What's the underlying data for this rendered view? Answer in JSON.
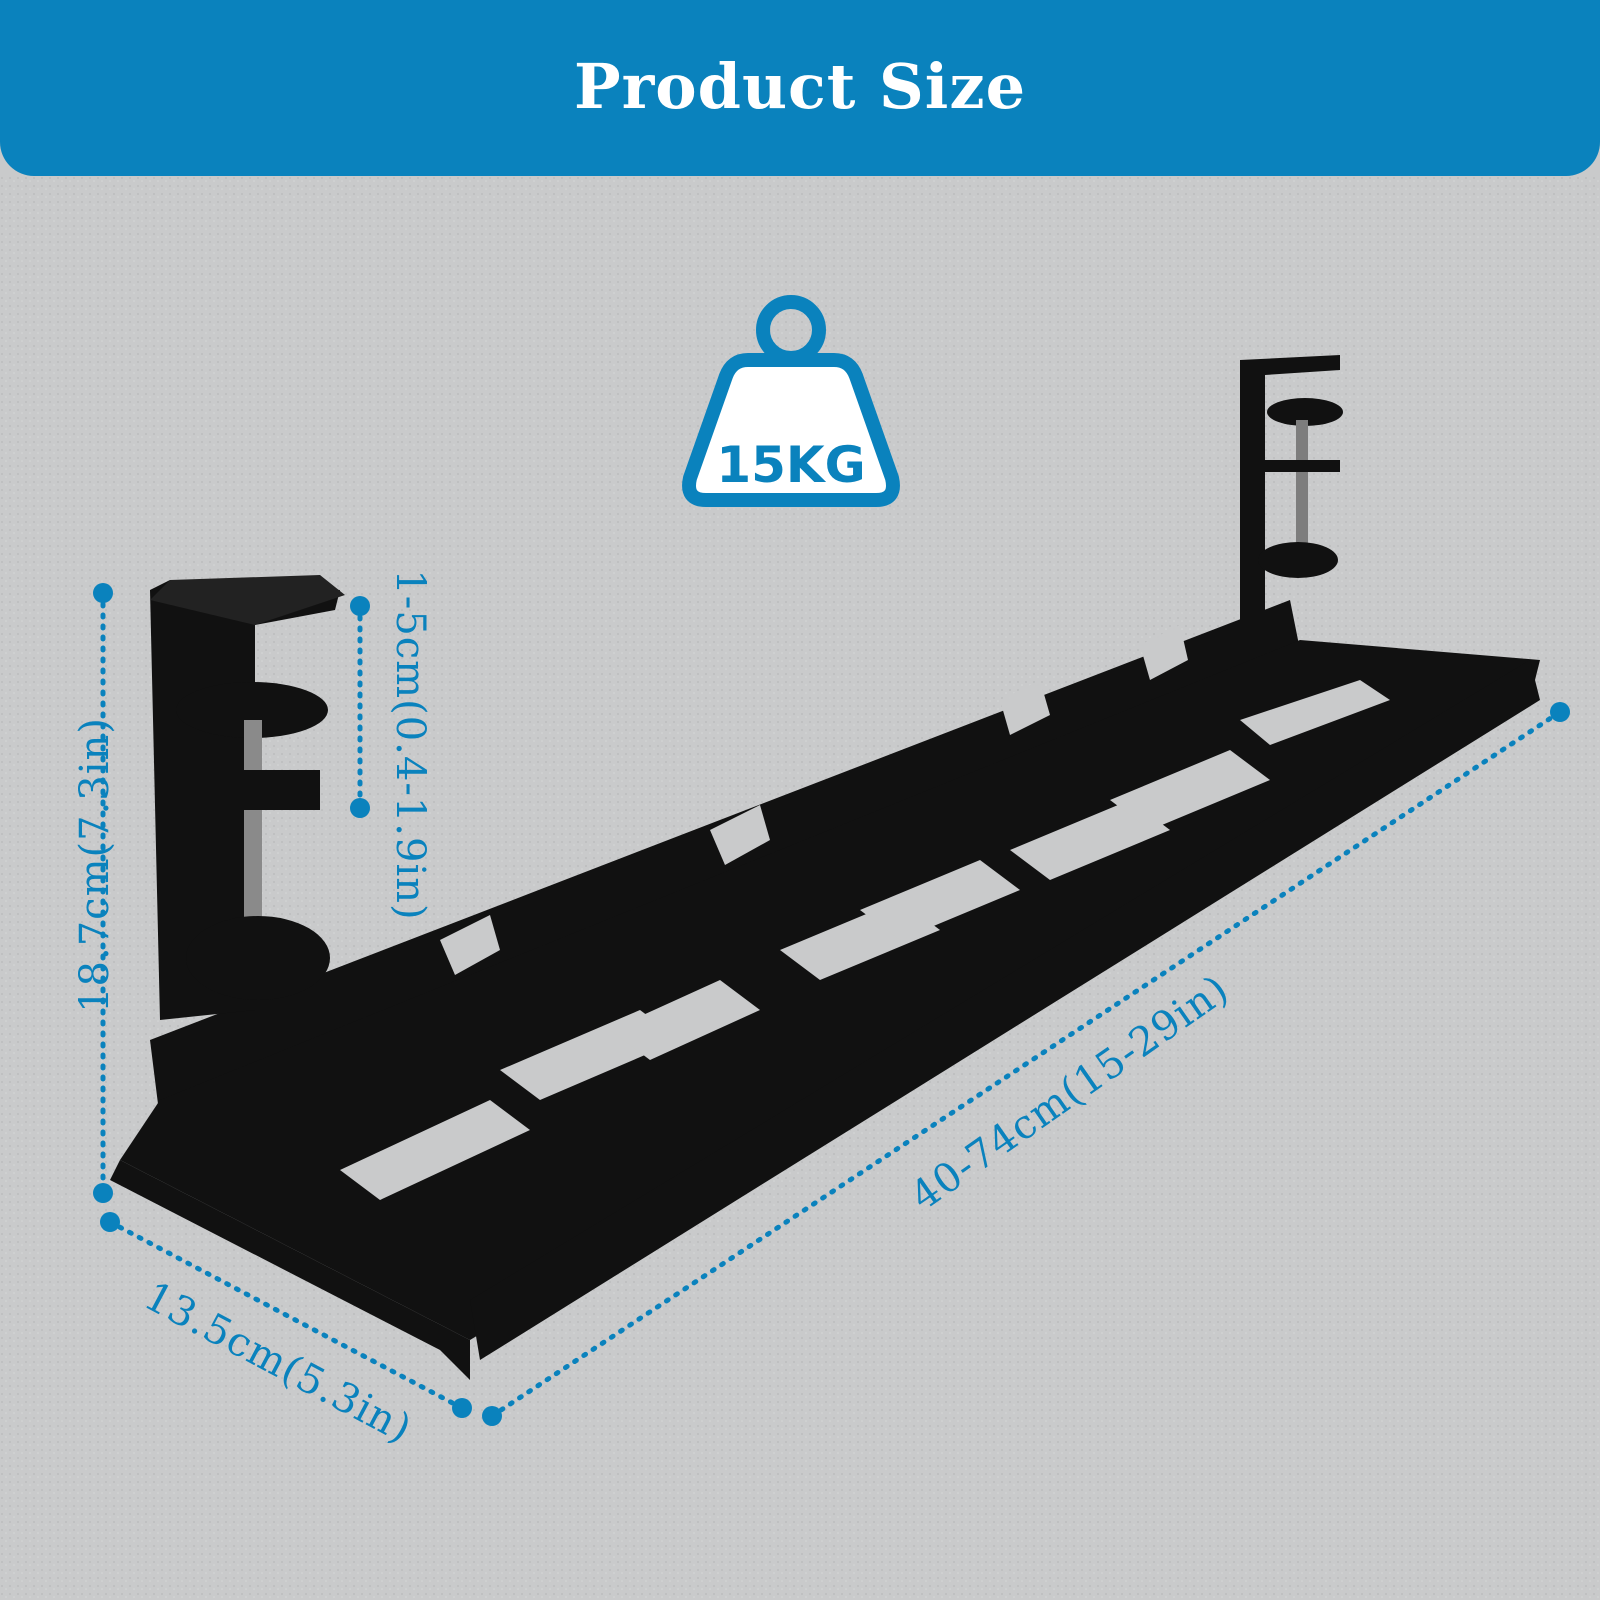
{
  "header": {
    "title": "Product Size"
  },
  "load_badge": {
    "label": "15KG",
    "icon": "weight-icon"
  },
  "dimensions": {
    "height": "18.7cm(7.3in)",
    "clamp_range": "1-5cm(0.4-1.9in)",
    "length": "40-74cm(15-29in)",
    "width": "13.5cm(5.3in)"
  },
  "colors": {
    "accent": "#0a82bd",
    "background": "#c9cacb",
    "product": "#111111"
  }
}
